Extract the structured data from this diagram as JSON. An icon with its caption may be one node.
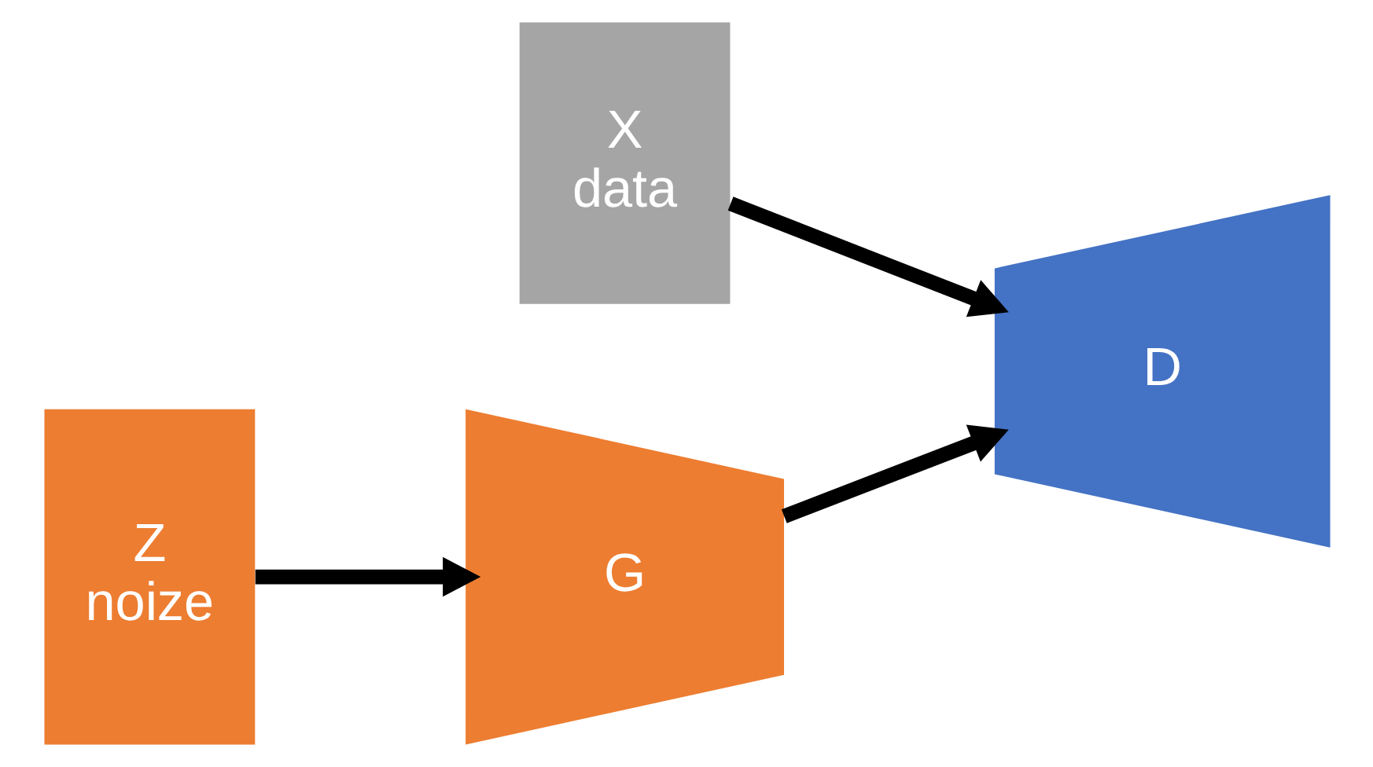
{
  "diagram": {
    "nodes": [
      {
        "text": [
          "X",
          "data"
        ]
      },
      {
        "text": [
          "Z",
          "noize"
        ]
      },
      {
        "text": [
          "G"
        ]
      },
      {
        "text": [
          "D"
        ]
      }
    ],
    "edges": [
      {
        "from": 1,
        "to": 2,
        "arrow": "to"
      },
      {
        "from": 2,
        "to": 3,
        "arrow": "to"
      },
      {
        "from": 0,
        "to": 3,
        "arrow": "to"
      }
    ]
  }
}
